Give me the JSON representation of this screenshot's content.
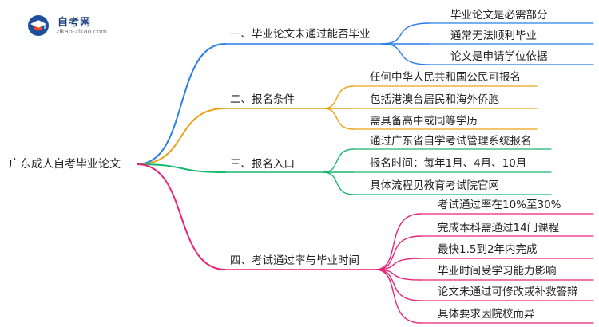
{
  "logo": {
    "title": "自考网",
    "subtitle": "zikao-zikao.com"
  },
  "mindmap": {
    "root": "广东成人自考毕业论文",
    "branches": [
      {
        "label": "一、毕业论文未通过能否毕业",
        "color": "#2b7de9",
        "children": [
          "毕业论文是必需部分",
          "通常无法顺利毕业",
          "论文是申请学位依据"
        ]
      },
      {
        "label": "二、报名条件",
        "color": "#eaa316",
        "children": [
          "任何中华人民共和国公民可报名",
          "包括港澳台居民和海外侨胞",
          "需具备高中或同等学历"
        ]
      },
      {
        "label": "三、报名入口",
        "color": "#17b86d",
        "children": [
          "通过广东省自学考试管理系统报名",
          "报名时间：每年1月、4月、10月",
          "具体流程见教育考试院官网"
        ]
      },
      {
        "label": "四、考试通过率与毕业时间",
        "color": "#e8247a",
        "children": [
          "考试通过率在10%至30%",
          "完成本科需通过14门课程",
          "最快1.5到2年内完成",
          "毕业时间受学习能力影响",
          "论文未通过可修改或补救答辩",
          "具体要求因院校而异"
        ]
      }
    ]
  }
}
